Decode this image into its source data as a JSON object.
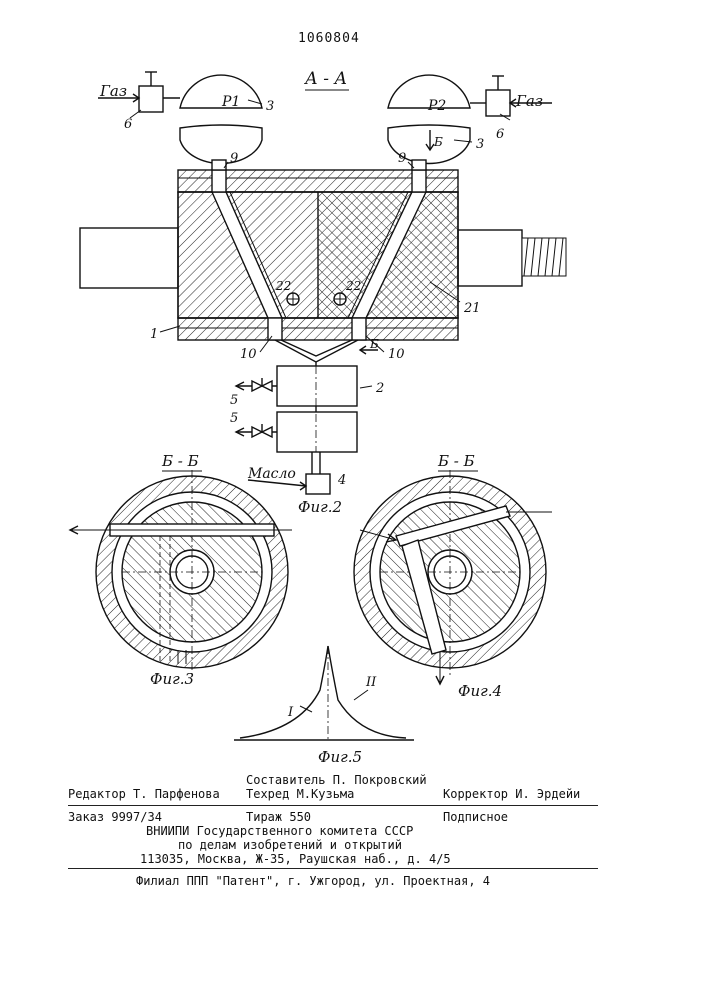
{
  "patent_number": "1060804",
  "section_main": "А - А",
  "section_b1": "Б - Б",
  "section_b2": "Б - Б",
  "fig_labels": {
    "fig2": "Фиг.2",
    "fig3": "Фиг.3",
    "fig4": "Фиг.4",
    "fig5": "Фиг.5"
  },
  "drawing_labels": {
    "gas": "Газ",
    "oil": "Масло",
    "p1": "P1",
    "p2": "P2",
    "b_mark": "Б",
    "curve_1": "I",
    "curve_2": "II",
    "n1": "1",
    "n2": "2",
    "n3": "3",
    "n4": "4",
    "n5": "5",
    "n6": "6",
    "n9": "9",
    "n10": "10",
    "n21": "21",
    "n22": "22"
  },
  "footer": {
    "compiler": "Составитель П. Покровский",
    "editor": "Редактор Т. Парфенова",
    "techred": "Техред М.Кузьма",
    "corrector": "Корректор И. Эрдейи",
    "order": "Заказ 9997/34",
    "print_run": "Тираж 550",
    "subscription": "Подписное",
    "org1": "ВНИИПИ Государственного комитета СССР",
    "org2": "по делам изобретений и открытий",
    "address": "113035, Москва, Ж-35, Раушская наб., д. 4/5",
    "branch": "Филиал ППП \"Патент\", г. Ужгород, ул. Проектная, 4"
  }
}
